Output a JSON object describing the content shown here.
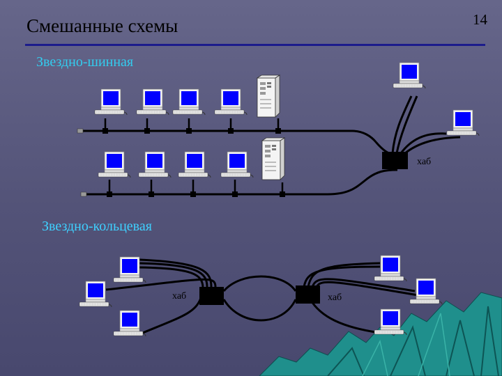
{
  "slide": {
    "title": "Смешанные схемы",
    "page_number": "14"
  },
  "sections": [
    {
      "heading": "Звездно-шинная"
    },
    {
      "heading": "Звездно-кольцевая"
    }
  ],
  "hub_labels": {
    "star_bus_hub": "хаб",
    "ring_left_hub": "хаб",
    "ring_right_hub": "хаб"
  },
  "colors": {
    "background": "#5a5a80",
    "heading": "#33ccee",
    "rule": "#1c1c8c",
    "screen": "#0000ff",
    "hub": "#000000",
    "mountains": "#1a8a8a"
  },
  "icons": [
    "computer-icon",
    "server-icon",
    "hub-icon",
    "terminator-icon",
    "mountains-decoration"
  ]
}
